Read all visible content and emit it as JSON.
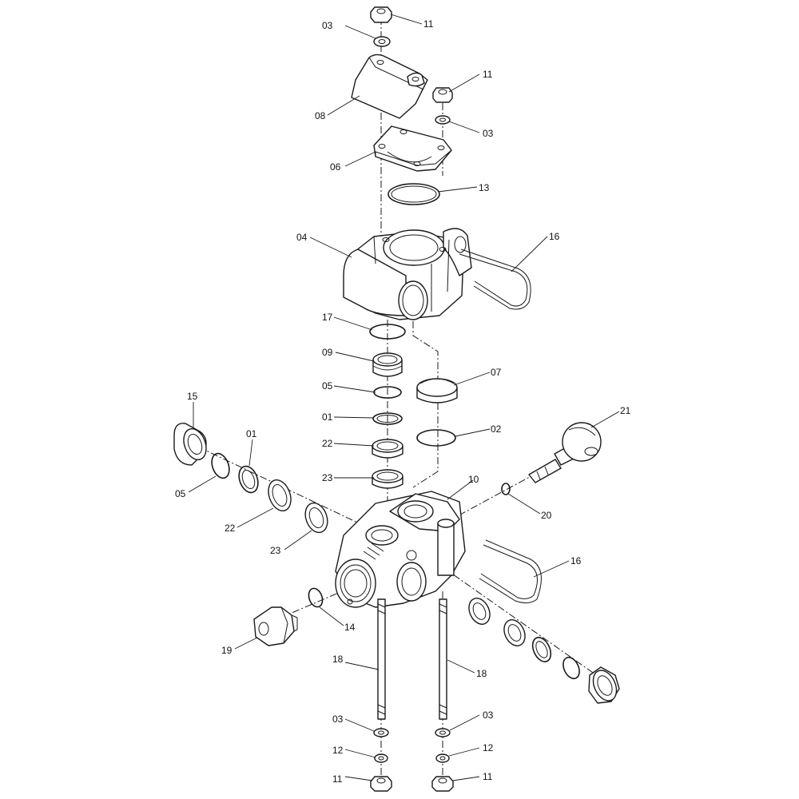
{
  "callouts": [
    {
      "id": "c-11-a",
      "text": "11"
    },
    {
      "id": "c-03-a",
      "text": "03"
    },
    {
      "id": "c-08",
      "text": "08"
    },
    {
      "id": "c-11-b",
      "text": "11"
    },
    {
      "id": "c-03-b",
      "text": "03"
    },
    {
      "id": "c-06",
      "text": "06"
    },
    {
      "id": "c-13",
      "text": "13"
    },
    {
      "id": "c-04",
      "text": "04"
    },
    {
      "id": "c-16-a",
      "text": "16"
    },
    {
      "id": "c-17",
      "text": "17"
    },
    {
      "id": "c-09",
      "text": "09"
    },
    {
      "id": "c-07",
      "text": "07"
    },
    {
      "id": "c-05-a",
      "text": "05"
    },
    {
      "id": "c-01-a",
      "text": "01"
    },
    {
      "id": "c-02",
      "text": "02"
    },
    {
      "id": "c-22-a",
      "text": "22"
    },
    {
      "id": "c-23-a",
      "text": "23"
    },
    {
      "id": "c-15",
      "text": "15"
    },
    {
      "id": "c-01-b",
      "text": "01"
    },
    {
      "id": "c-05-b",
      "text": "05"
    },
    {
      "id": "c-22-b",
      "text": "22"
    },
    {
      "id": "c-23-b",
      "text": "23"
    },
    {
      "id": "c-21",
      "text": "21"
    },
    {
      "id": "c-10",
      "text": "10"
    },
    {
      "id": "c-20",
      "text": "20"
    },
    {
      "id": "c-16-b",
      "text": "16"
    },
    {
      "id": "c-14",
      "text": "14"
    },
    {
      "id": "c-19",
      "text": "19"
    },
    {
      "id": "c-18-a",
      "text": "18"
    },
    {
      "id": "c-18-b",
      "text": "18"
    },
    {
      "id": "c-03-c",
      "text": "03"
    },
    {
      "id": "c-03-d",
      "text": "03"
    },
    {
      "id": "c-12-a",
      "text": "12"
    },
    {
      "id": "c-12-b",
      "text": "12"
    },
    {
      "id": "c-11-c",
      "text": "11"
    },
    {
      "id": "c-11-d",
      "text": "11"
    }
  ]
}
